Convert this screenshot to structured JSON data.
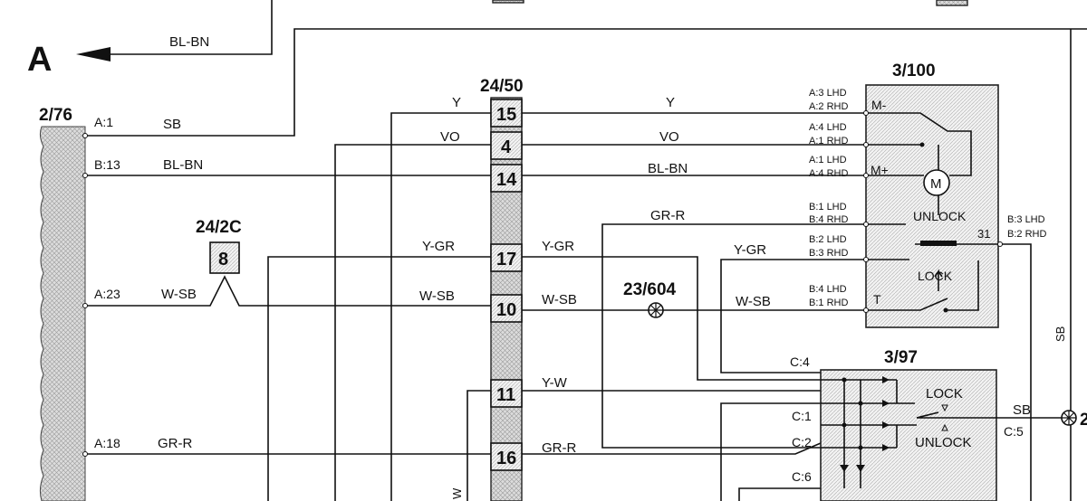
{
  "arrow_label": "A",
  "components": {
    "c2_76": "2/76",
    "c24_50": "24/50",
    "c3_100": "3/100",
    "c24_2c": "24/2C",
    "c23_604": "23/604",
    "c3_97": "3/97",
    "c_right_cut": "2"
  },
  "pins_2_76": [
    "A:1",
    "B:13",
    "A:23",
    "A:18"
  ],
  "pins_24_50": [
    "15",
    "4",
    "14",
    "17",
    "10",
    "11",
    "16"
  ],
  "pin_24_2c": "8",
  "wires": {
    "top_bl_bn": "BL-BN",
    "sb_a1": "SB",
    "blbn_b13": "BL-BN",
    "wsb_a23": "W-SB",
    "grr_a18": "GR-R",
    "y_left": "Y",
    "vo_left": "VO",
    "ygr_left": "Y-GR",
    "wsb_left": "W-SB",
    "y_right": "Y",
    "vo_right": "VO",
    "blbn_right": "BL-BN",
    "grr_upper": "GR-R",
    "ygr_mid": "Y-GR",
    "ygr_right": "Y-GR",
    "wsb_mid": "W-SB",
    "wsb_right": "W-SB",
    "yw_right": "Y-W",
    "grr_lower": "GR-R",
    "sb_c5": "SB",
    "sb_vertical": "SB",
    "w_vertical": "W"
  },
  "pins_3_100": [
    [
      "A:3 LHD",
      "A:2 RHD"
    ],
    [
      "A:4 LHD",
      "A:1 RHD"
    ],
    [
      "A:1 LHD",
      "A:4 RHD"
    ],
    [
      "B:1 LHD",
      "B:4 RHD"
    ],
    [
      "B:2 LHD",
      "B:3 RHD"
    ],
    [
      "B:4 LHD",
      "B:1 RHD"
    ]
  ],
  "pins_3_100_right": [
    "B:3 LHD",
    "B:2 RHD"
  ],
  "labels_3_100": {
    "m_minus": "M-",
    "m_plus": "M+",
    "motor": "M",
    "unlock": "UNLOCK",
    "lock": "LOCK",
    "t": "T",
    "pin31": "31"
  },
  "pins_3_97": [
    "C:4",
    "C:1",
    "C:2",
    "C:6",
    "C:5"
  ],
  "labels_3_97": {
    "lock": "LOCK",
    "unlock": "UNLOCK"
  }
}
